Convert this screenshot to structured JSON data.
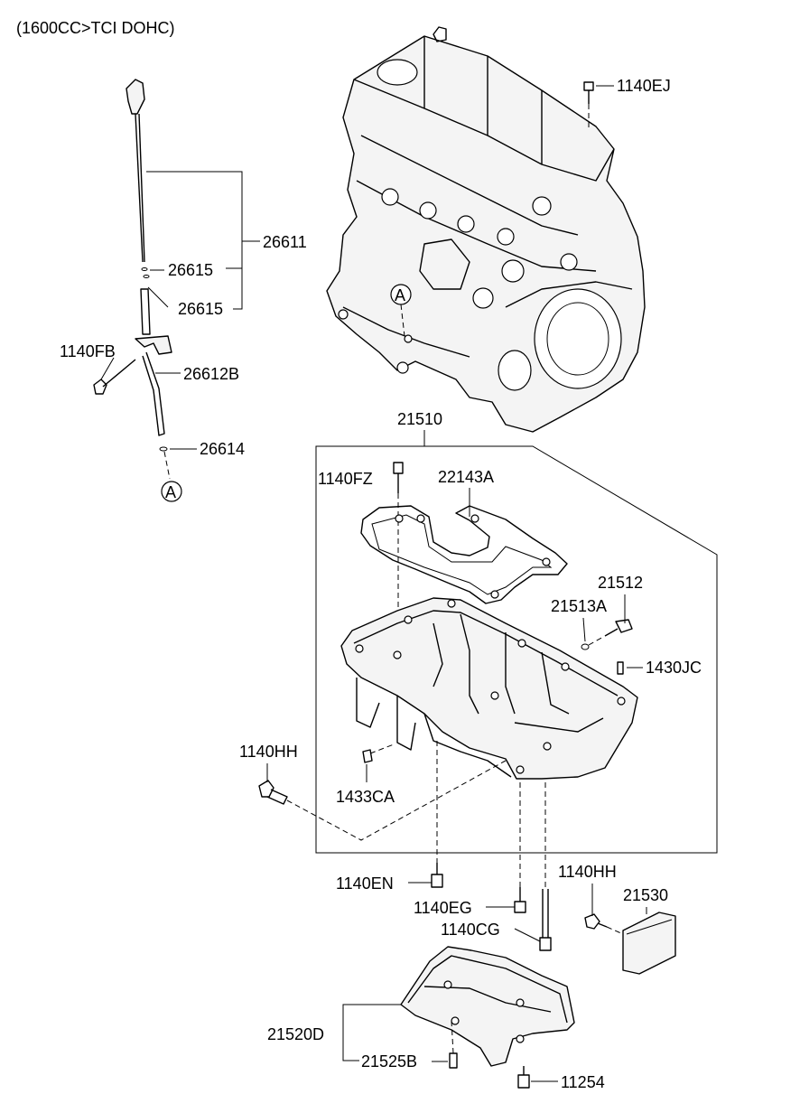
{
  "header": {
    "title": "(1600CC>TCI DOHC)"
  },
  "callouts": {
    "c1140EJ": "1140EJ",
    "c26611": "26611",
    "c26615a": "26615",
    "c26615b": "26615",
    "c1140FB": "1140FB",
    "c26612B": "26612B",
    "c26614": "26614",
    "c21510": "21510",
    "c1140FZ": "1140FZ",
    "c22143A": "22143A",
    "c21512": "21512",
    "c21513A": "21513A",
    "c1430JC": "1430JC",
    "c1140HH_a": "1140HH",
    "c1433CA": "1433CA",
    "c1140EN": "1140EN",
    "c1140EG": "1140EG",
    "c1140HH_b": "1140HH",
    "c21530": "21530",
    "c1140CG": "1140CG",
    "c21520D": "21520D",
    "c21525B": "21525B",
    "c11254": "11254"
  },
  "reference_markers": {
    "engine": "A",
    "dipstick": "A"
  },
  "icons": [
    "engine-block-icon",
    "dipstick-icon",
    "oil-pan-icon",
    "gasket-icon",
    "baffle-icon",
    "bolt-icon",
    "drain-plug-icon",
    "oil-filter-screen-icon"
  ]
}
